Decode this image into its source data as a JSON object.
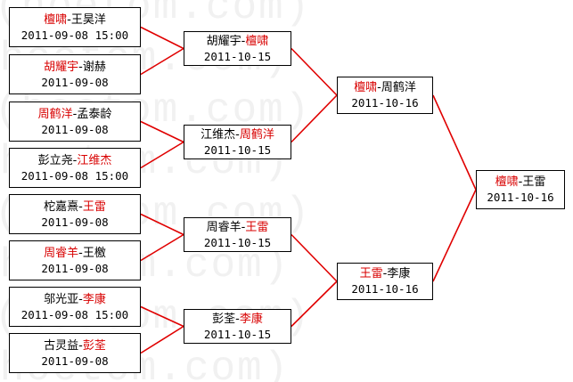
{
  "watermark": "(hoetom.com)",
  "colors": {
    "line": "#e00000",
    "winner": "#d80000",
    "text": "#000000"
  },
  "round1": [
    {
      "p1": "檀啸",
      "p2": "王昊洋",
      "winner": 1,
      "date": "2011-09-08 15:00"
    },
    {
      "p1": "胡耀宇",
      "p2": "谢赫",
      "winner": 1,
      "date": "2011-09-08"
    },
    {
      "p1": "周鹤洋",
      "p2": "孟泰龄",
      "winner": 1,
      "date": "2011-09-08"
    },
    {
      "p1": "彭立尧",
      "p2": "江维杰",
      "winner": 2,
      "date": "2011-09-08 15:00"
    },
    {
      "p1": "柁嘉熹",
      "p2": "王雷",
      "winner": 2,
      "date": "2011-09-08"
    },
    {
      "p1": "周睿羊",
      "p2": "王檄",
      "winner": 1,
      "date": "2011-09-08"
    },
    {
      "p1": "邬光亚",
      "p2": "李康",
      "winner": 2,
      "date": "2011-09-08 15:00"
    },
    {
      "p1": "古灵益",
      "p2": "彭荃",
      "winner": 2,
      "date": "2011-09-08"
    }
  ],
  "round2": [
    {
      "p1": "胡耀宇",
      "p2": "檀啸",
      "winner": 2,
      "date": "2011-10-15"
    },
    {
      "p1": "江维杰",
      "p2": "周鹤洋",
      "winner": 2,
      "date": "2011-10-15"
    },
    {
      "p1": "周睿羊",
      "p2": "王雷",
      "winner": 2,
      "date": "2011-10-15"
    },
    {
      "p1": "彭荃",
      "p2": "李康",
      "winner": 2,
      "date": "2011-10-15"
    }
  ],
  "round3": [
    {
      "p1": "檀啸",
      "p2": "周鹤洋",
      "winner": 1,
      "date": "2011-10-16"
    },
    {
      "p1": "王雷",
      "p2": "李康",
      "winner": 1,
      "date": "2011-10-16"
    }
  ],
  "final": [
    {
      "p1": "檀啸",
      "p2": "王雷",
      "winner": 1,
      "date": "2011-10-16"
    }
  ]
}
